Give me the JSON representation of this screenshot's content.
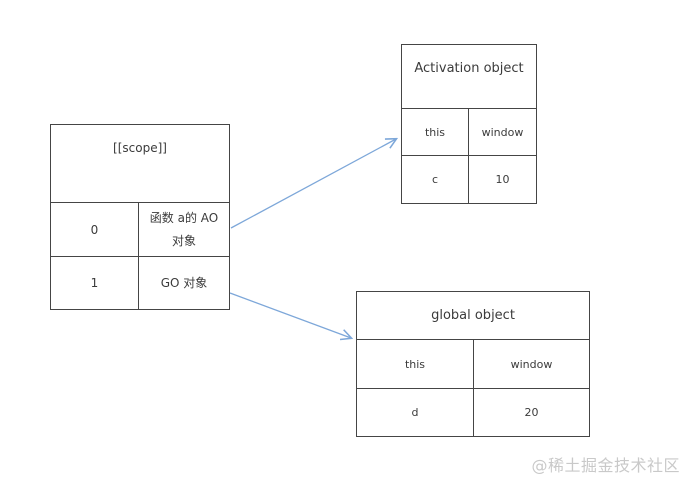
{
  "colors": {
    "border": "#454545",
    "text": "#3b3b3b",
    "arrow": "#7da7d9",
    "watermark": "#c9c9c9"
  },
  "scope_table": {
    "title": "[[scope]]",
    "rows": [
      {
        "index": "0",
        "object": [
          "函数 a的 AO",
          "对象"
        ]
      },
      {
        "index": "1",
        "object": [
          "GO 对象"
        ]
      }
    ]
  },
  "activation_table": {
    "title": "Activation object",
    "rows": [
      {
        "key": "this",
        "value": "window"
      },
      {
        "key": "c",
        "value": "10"
      }
    ]
  },
  "global_table": {
    "title": "global object",
    "rows": [
      {
        "key": "this",
        "value": "window"
      },
      {
        "key": "d",
        "value": "20"
      }
    ]
  },
  "watermark": "@稀土掘金技术社区"
}
